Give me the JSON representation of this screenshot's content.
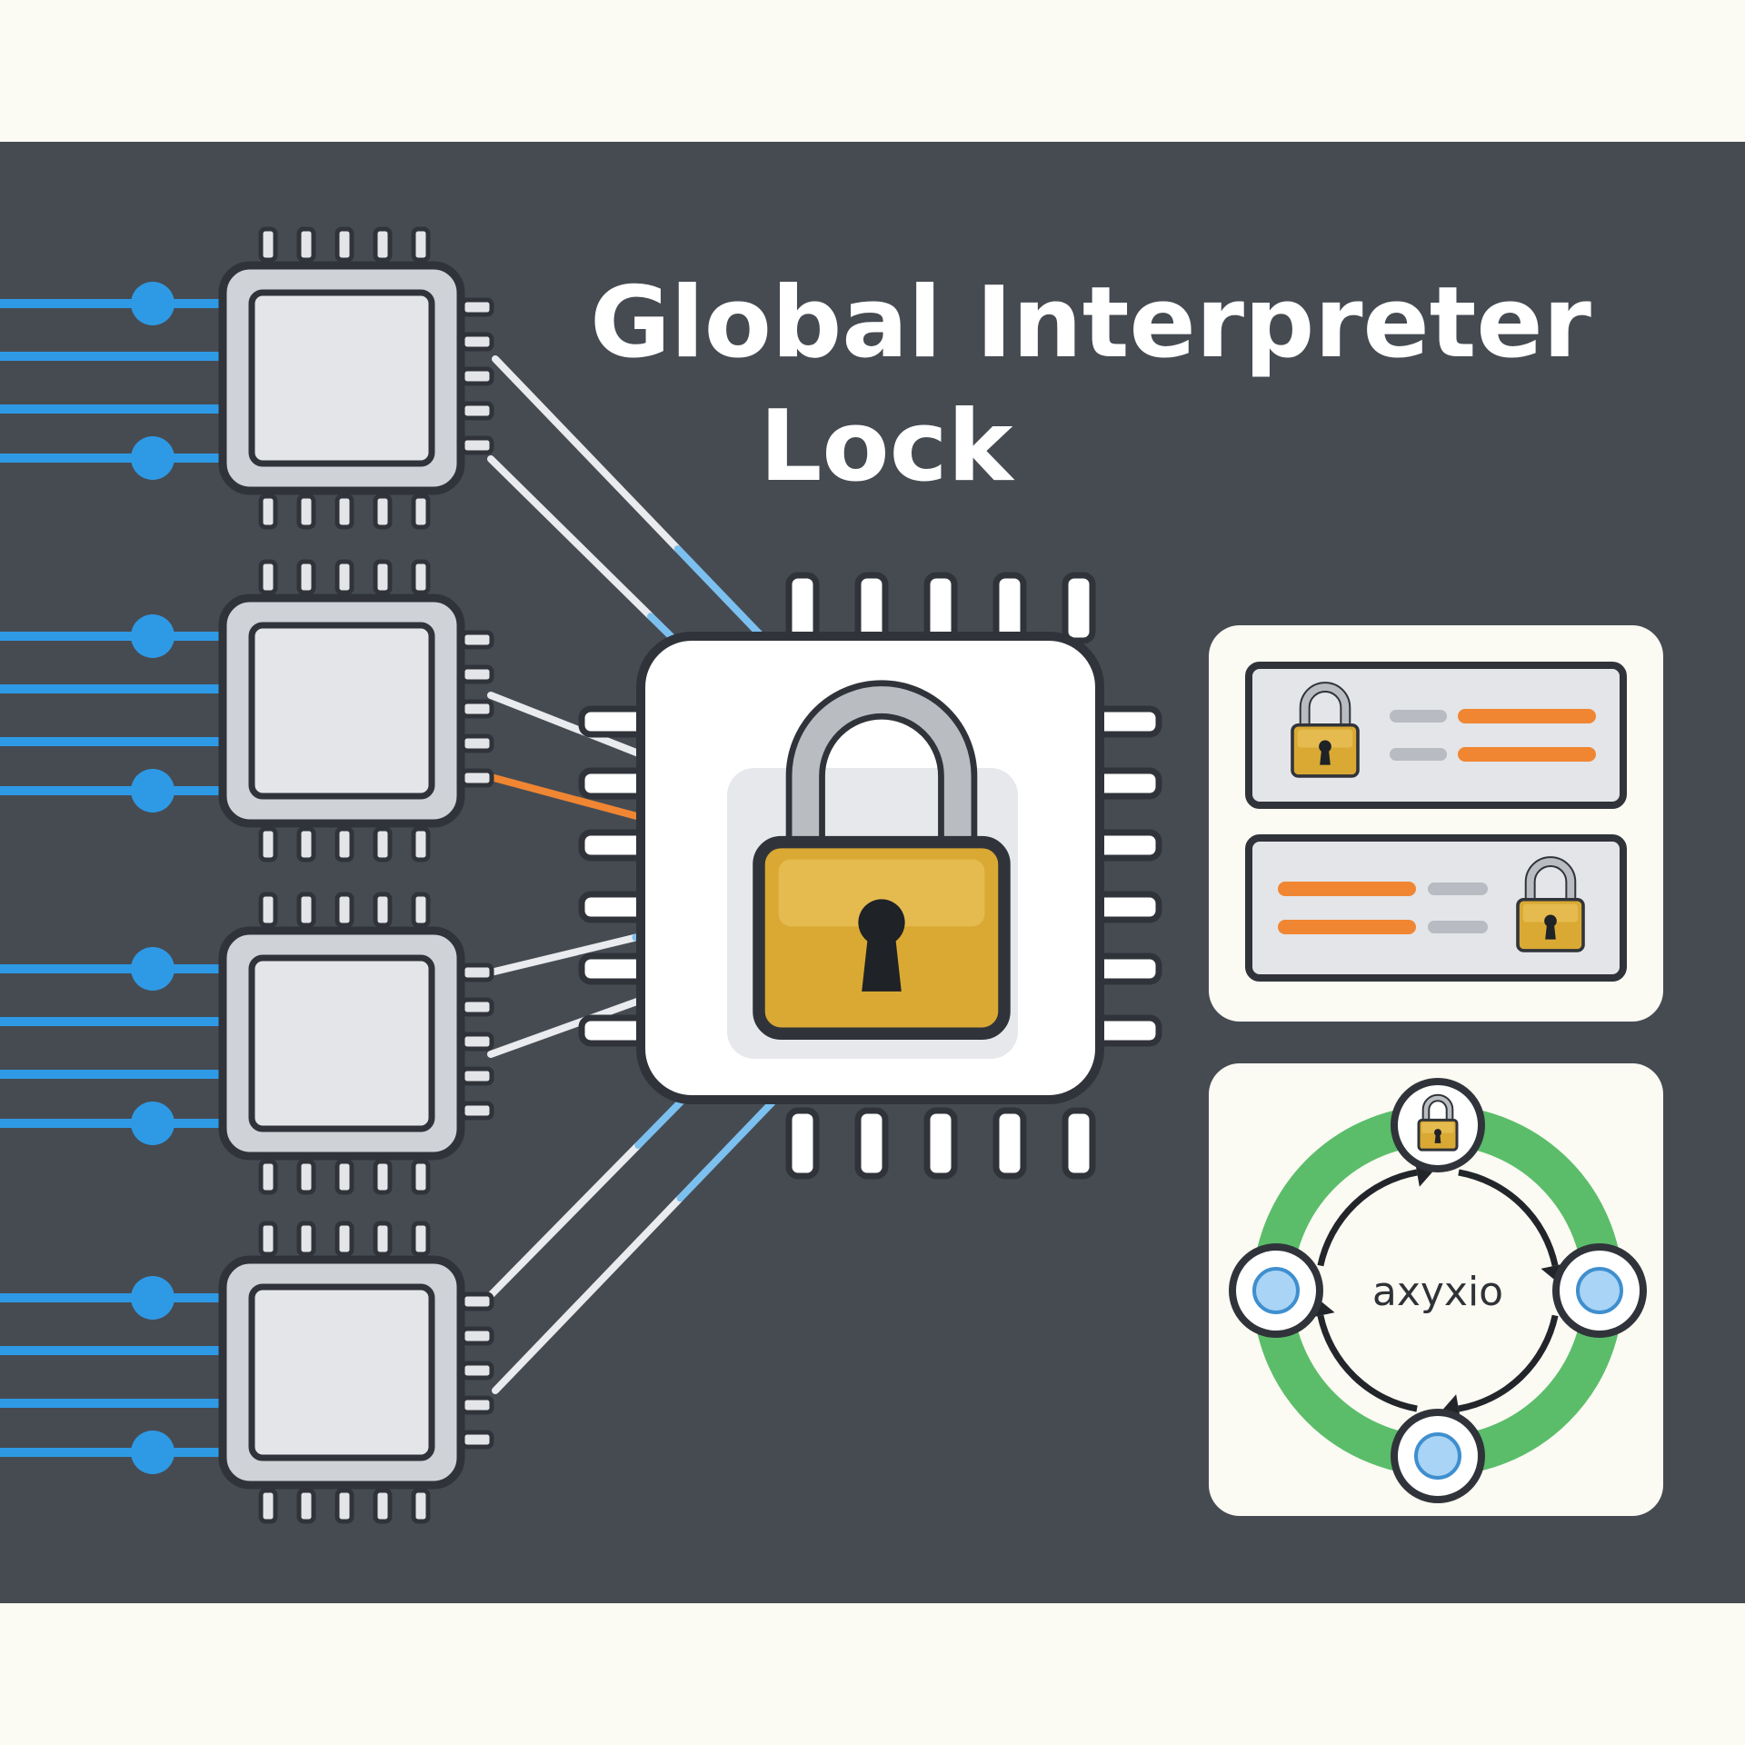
{
  "title": {
    "line1": "Global Interpreter",
    "line2": "Lock"
  },
  "cycle_label": "axyxio",
  "colors": {
    "panel": "#464b52",
    "page": "#fbfaf3",
    "thread_blue": "#2e9ae6",
    "chip_fill": "#e3e5e8",
    "chip_outline": "#30343a",
    "lock_gold": "#d9a933",
    "lock_shackle": "#b9bcc1",
    "accent_orange": "#f08632",
    "cycle_green": "#5bbd6a",
    "node_blue": "#a9d4f5"
  },
  "icons": [
    "cpu-chip-icon",
    "padlock-icon",
    "cycle-arrow-icon"
  ]
}
